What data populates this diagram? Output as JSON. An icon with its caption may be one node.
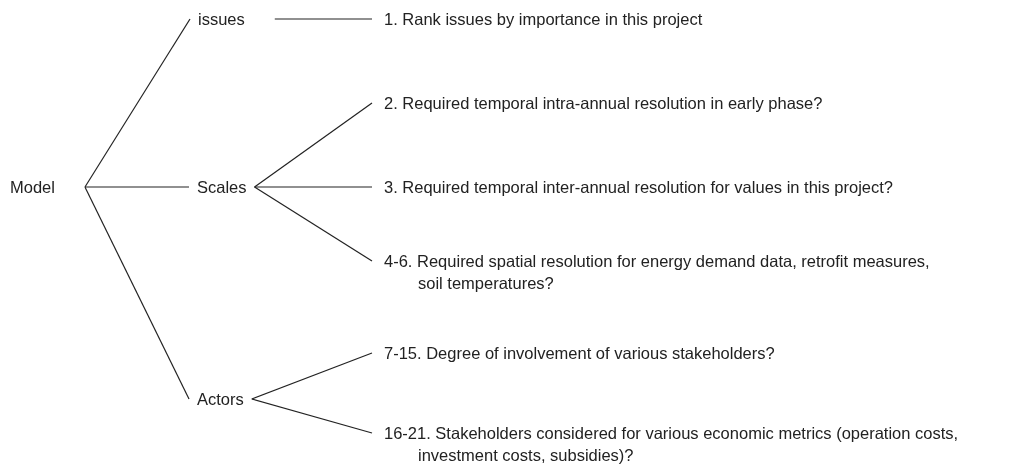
{
  "diagram": {
    "nodes": [
      {
        "text": [
          "Model"
        ]
      },
      {
        "text": [
          "issues"
        ]
      },
      {
        "text": [
          "Scales"
        ]
      },
      {
        "text": [
          "Actors"
        ]
      },
      {
        "text": [
          "1. Rank issues by importance in this project"
        ]
      },
      {
        "text": [
          "2. Required temporal intra-annual resolution in early phase?"
        ]
      },
      {
        "text": [
          "3. Required temporal inter-annual resolution for values in this project?"
        ]
      },
      {
        "text": [
          "4-6. Required spatial resolution for energy demand data, retrofit measures, soil temperatures?"
        ]
      },
      {
        "text": [
          "7-15. Degree of involvement of various stakeholders?"
        ]
      },
      {
        "text": [
          "16-21. Stakeholders considered for various economic metrics (operation costs, investment costs, subsidies)?"
        ]
      }
    ],
    "edges": [
      {
        "from": 0,
        "to": 1,
        "arrow": "none"
      },
      {
        "from": 0,
        "to": 2,
        "arrow": "none"
      },
      {
        "from": 0,
        "to": 3,
        "arrow": "none"
      },
      {
        "from": 1,
        "to": 4,
        "arrow": "none"
      },
      {
        "from": 2,
        "to": 5,
        "arrow": "none"
      },
      {
        "from": 2,
        "to": 6,
        "arrow": "none"
      },
      {
        "from": 2,
        "to": 7,
        "arrow": "none"
      },
      {
        "from": 3,
        "to": 8,
        "arrow": "none"
      },
      {
        "from": 3,
        "to": 9,
        "arrow": "none"
      }
    ]
  }
}
